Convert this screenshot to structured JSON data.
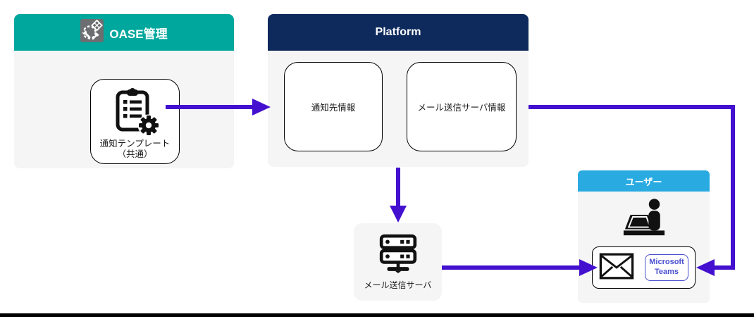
{
  "colors": {
    "teal": "#00a79d",
    "navy": "#0e2a5c",
    "blue": "#29abe2",
    "panelbg": "#f5f5f5",
    "arrow": "#4310d0",
    "teams": "#4a50d0",
    "icongrey": "#6d6e71"
  },
  "oase": {
    "title": "OASE管理",
    "template_label": [
      "通知テンプレート",
      "（共通）"
    ]
  },
  "platform": {
    "title": "Platform",
    "boxes": [
      {
        "label": "通知先情報"
      },
      {
        "label": "メール送信サーバ情報"
      }
    ]
  },
  "mail_server": {
    "label": "メール送信サーバ"
  },
  "user": {
    "title": "ユーザー",
    "teams_label": "Microsoft Teams"
  },
  "icons": {
    "oase_logo": "tools-and-gear-logo",
    "template": "clipboard-with-gear",
    "mail_server": "server-stack",
    "person": "person-at-laptop",
    "mail": "envelope"
  }
}
